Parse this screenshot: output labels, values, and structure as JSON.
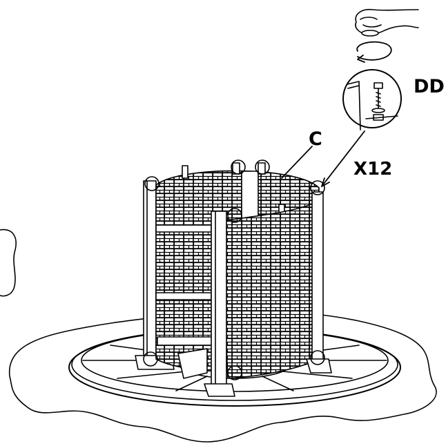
{
  "diagram": {
    "part_label": "C",
    "hardware_label": "DD",
    "quantity_label": "X12",
    "icons": [
      "hand-tighten-icon",
      "rotate-arrow-icon",
      "bolt-washer-icon"
    ],
    "colors": {
      "ink": "#000000",
      "paper": "#ffffff"
    }
  }
}
